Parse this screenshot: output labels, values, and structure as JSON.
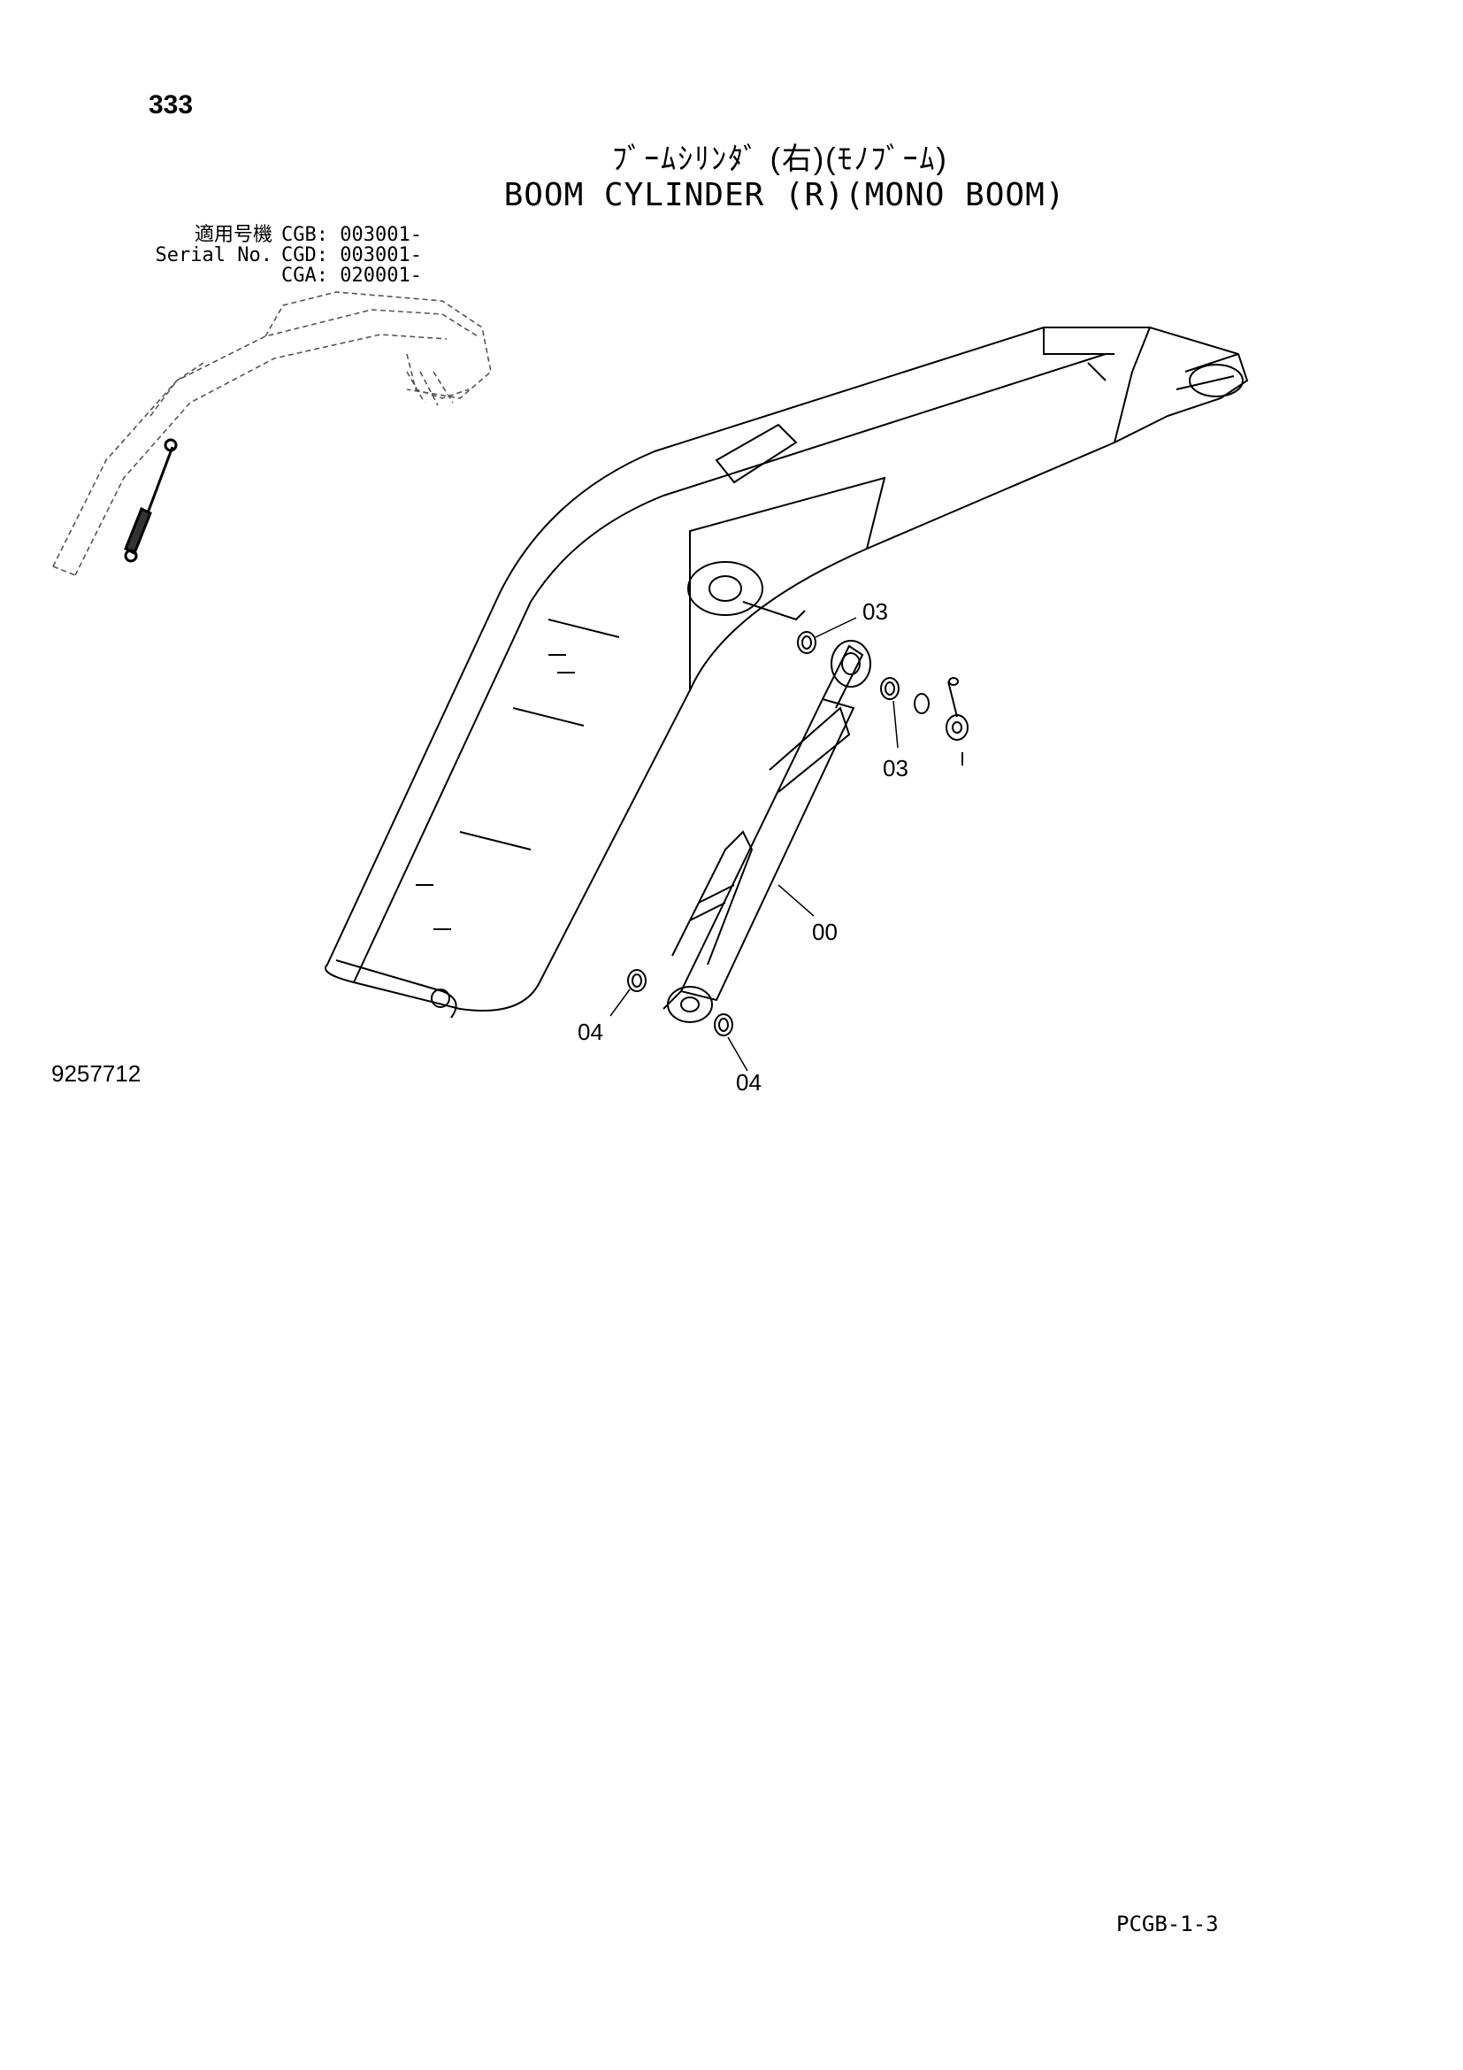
{
  "page": {
    "number": "333",
    "title_jp": "ﾌﾞｰﾑｼﾘﾝﾀﾞ (右)(ﾓﾉﾌﾞｰﾑ)",
    "title_en": "BOOM CYLINDER (R)(MONO BOOM)",
    "serial": [
      {
        "label": "適用号機",
        "value": "CGB: 003001-"
      },
      {
        "label": "Serial No.",
        "value": "CGD: 003001-"
      },
      {
        "label": "",
        "value": "CGA: 020001-"
      }
    ],
    "drawing_number": "9257712",
    "page_ref": "PCGB-1-3"
  },
  "callouts": [
    "03",
    "03",
    "00",
    "04",
    "04"
  ]
}
